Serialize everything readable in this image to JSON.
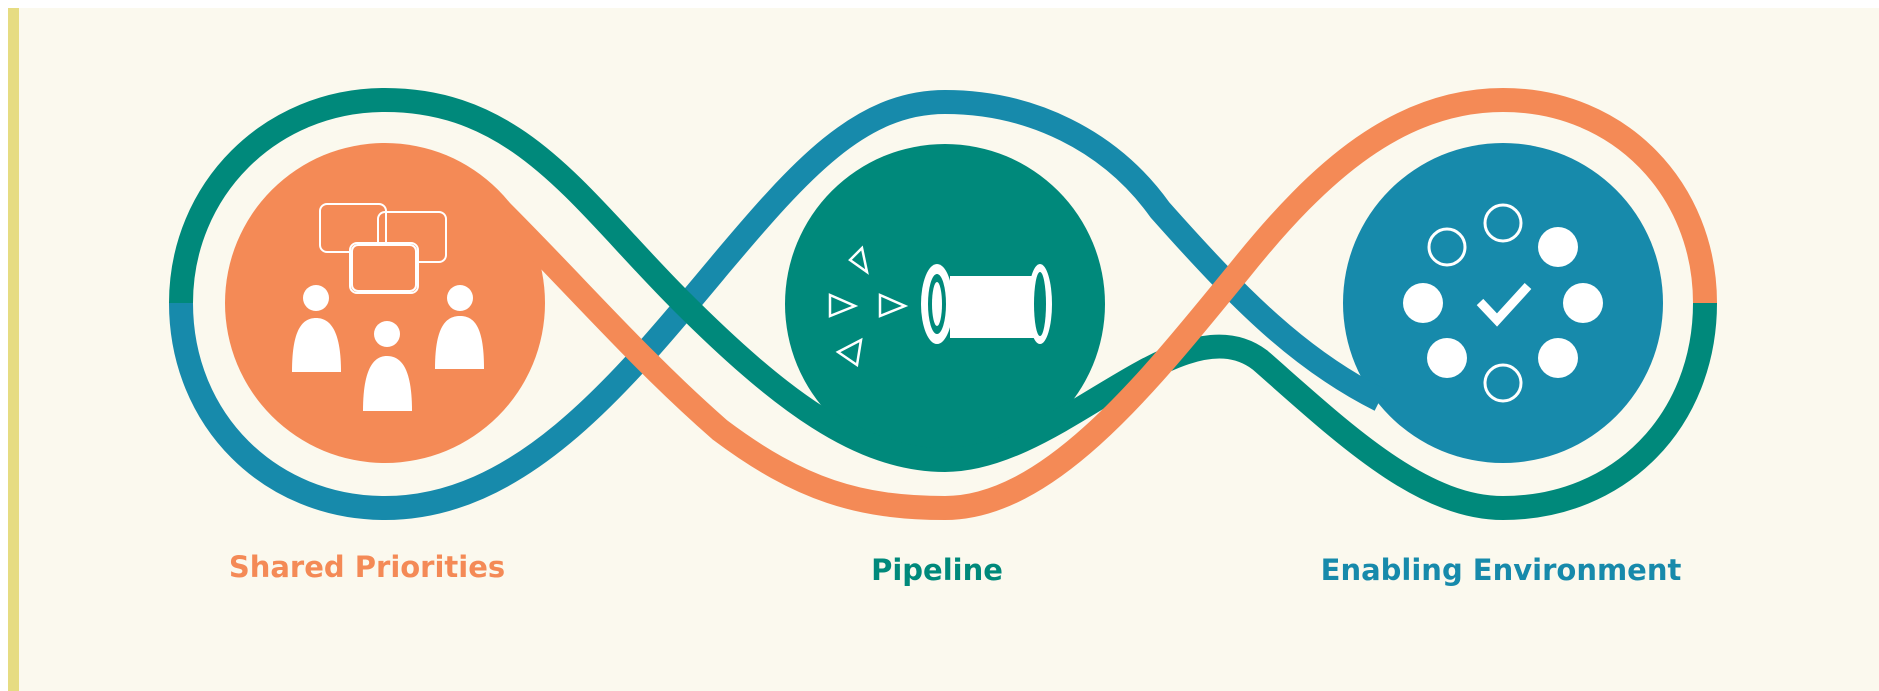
{
  "colors": {
    "background": "#fbf9ee",
    "accent_bar": "#e6dc82",
    "orange": "#f48a56",
    "teal": "#00897b",
    "blue": "#178aab"
  },
  "stages": [
    {
      "label": "Shared Priorities",
      "icon": "people-speech-bubbles-icon",
      "color": "#f48a56"
    },
    {
      "label": "Pipeline",
      "icon": "pipeline-scroll-icon",
      "color": "#00897b"
    },
    {
      "label": "Enabling Environment",
      "icon": "circle-of-dots-check-icon",
      "color": "#178aab"
    }
  ]
}
